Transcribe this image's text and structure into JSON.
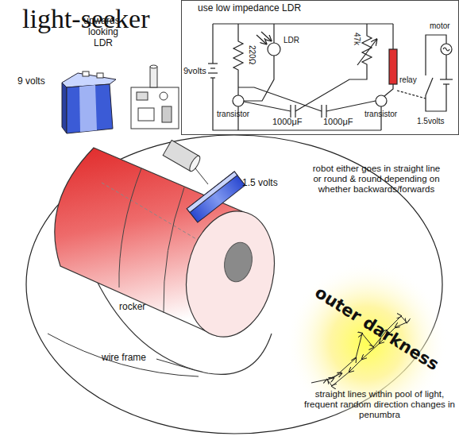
{
  "diagram": {
    "title": "light-seeker",
    "nodes": [
      {
        "text": [
          "use low impedance LDR",
          "LDR",
          "9volts",
          "220Ω",
          "47k",
          "motor",
          "relay",
          "1.5volts",
          "transistor",
          "transistor",
          "1000μF",
          "1000μF"
        ]
      }
    ],
    "labels": [
      "upwards- looking LDR",
      "9 volts",
      "1.5 volts",
      "robot either goes in straight line or round & round depending on whether backwards/forwards",
      "rocker",
      "wire frame",
      "outer darkness",
      "straight lines within pool of light, frequent random direction changes in penumbra"
    ]
  }
}
